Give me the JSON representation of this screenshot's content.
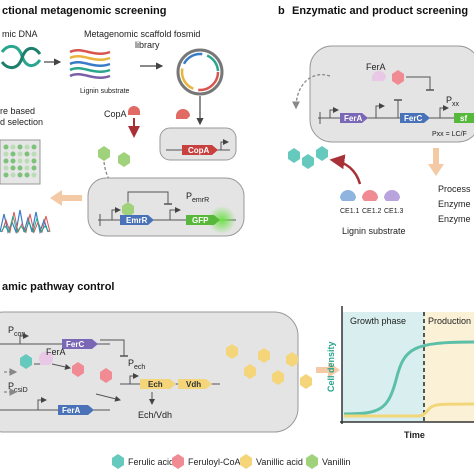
{
  "panel_a": {
    "title": "ctional metagenomic screening",
    "dna_label": "mic DNA",
    "library_label_1": "Metagenomic scaffold fosmid",
    "library_label_2": "library",
    "lignin_label": "Lignin substrate",
    "copa_label": "CopA",
    "copa_gene": "CopA",
    "selection_1": "re based",
    "selection_2": "d selection",
    "emrr_gene": "EmrR",
    "gfp_gene": "GFP",
    "promoter_label": "P",
    "promoter_sub": "emrR"
  },
  "panel_b": {
    "letter": "b",
    "title": "Enzymatic and product screening",
    "fera_label": "FerA",
    "fera_gene": "FerA",
    "ferc_gene": "FerC",
    "sf_gene": "sf",
    "pxx_label": "P",
    "pxx_sub": "xx",
    "pxx_note": "Pxx = LC/F",
    "ce1": "CE1.1",
    "ce2": "CE1.2",
    "ce3": "CE1.3",
    "lignin_label": "Lignin substrate",
    "process_1": "Process",
    "process_2": "Enzyme",
    "process_3": "Enzyme"
  },
  "panel_c": {
    "title": "amic pathway control",
    "pcon": "P",
    "pcon_sub": "con",
    "pcsid": "P",
    "pcsid_sub": "csiD",
    "pech": "P",
    "pech_sub": "ech",
    "ferc_gene": "FerC",
    "fera_label": "FerA",
    "fera_gene": "FerA",
    "ech_gene": "Ech",
    "vdh_gene": "Vdh",
    "echvdh_label": "Ech/Vdh",
    "growth_phase": "Growth phase",
    "production_phase": "Production",
    "ylabel": "Cell density",
    "xlabel": "Time"
  },
  "legend": {
    "items": [
      {
        "label": "Ferulic acid",
        "color": "#66c9bd"
      },
      {
        "label": "Feruloyl-CoA",
        "color": "#f08b94"
      },
      {
        "label": "Vanillic acid",
        "color": "#f4d57a"
      },
      {
        "label": "Vanillin",
        "color": "#9fd27a"
      }
    ]
  },
  "colors": {
    "cell_fill": "#e4e4e4",
    "gene_purple": "#7a67b5",
    "gene_blue": "#4a72b8",
    "copa_red": "#c8413f",
    "gfp_green": "#58b83b",
    "arrow_red": "#a93036",
    "growth_bg": "#d9eeee",
    "production_bg": "#fbf1d6",
    "curve_teal": "#5cbfa8",
    "curve_yellow": "#f2d67a"
  }
}
